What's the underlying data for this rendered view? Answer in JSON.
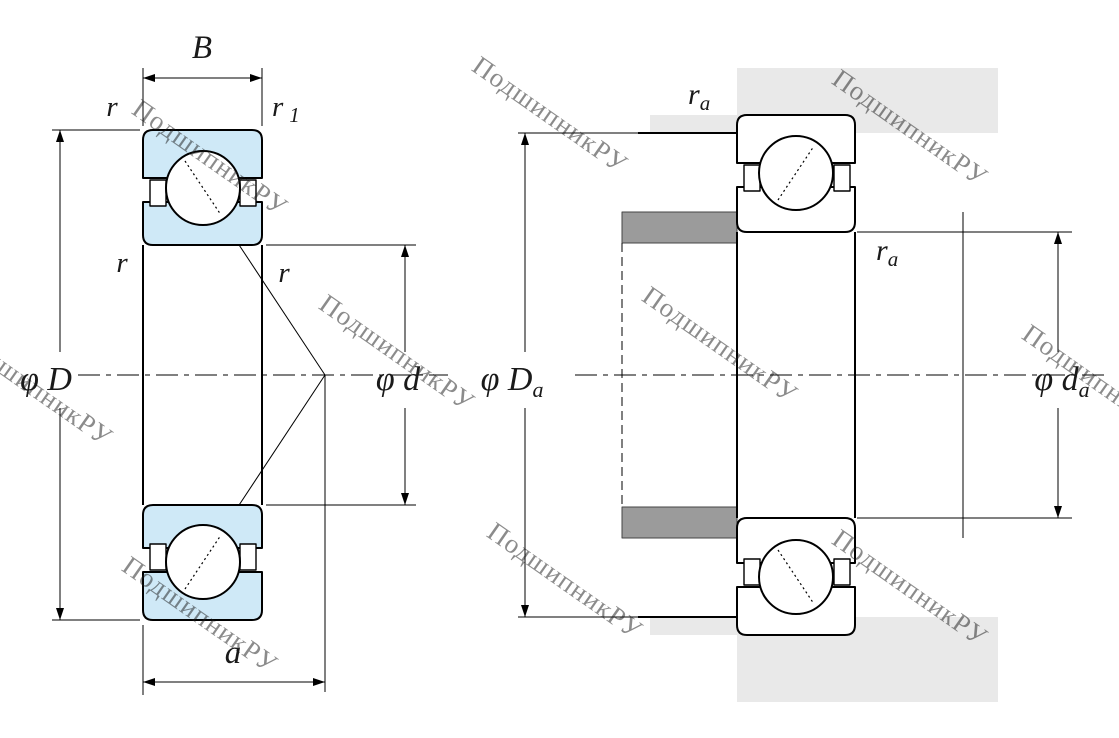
{
  "watermark": {
    "text": "ПодшипникРУ"
  },
  "colors": {
    "ring_fill": "#cfe9f7",
    "housing_fill": "#e9e9e9",
    "shoulder_fill": "#9b9b9b",
    "watermark": "#bdbdbd",
    "line": "#000000"
  },
  "left_view": {
    "labels": {
      "width": "B",
      "r_top_left": "r",
      "r1_main": "r",
      "r1_sub": "1",
      "r_mid_left": "r",
      "r_mid_right": "r",
      "outer_diameter": "φ D",
      "bore_diameter": "φ d",
      "contact_offset": "a"
    }
  },
  "right_view": {
    "labels": {
      "ra_top_main": "r",
      "ra_top_sub": "a",
      "ra_mid_main": "r",
      "ra_mid_sub": "a",
      "housing_dia_main": "φ D",
      "housing_dia_sub": "a",
      "shaft_dia_main": "φ d",
      "shaft_dia_sub": "a"
    }
  }
}
